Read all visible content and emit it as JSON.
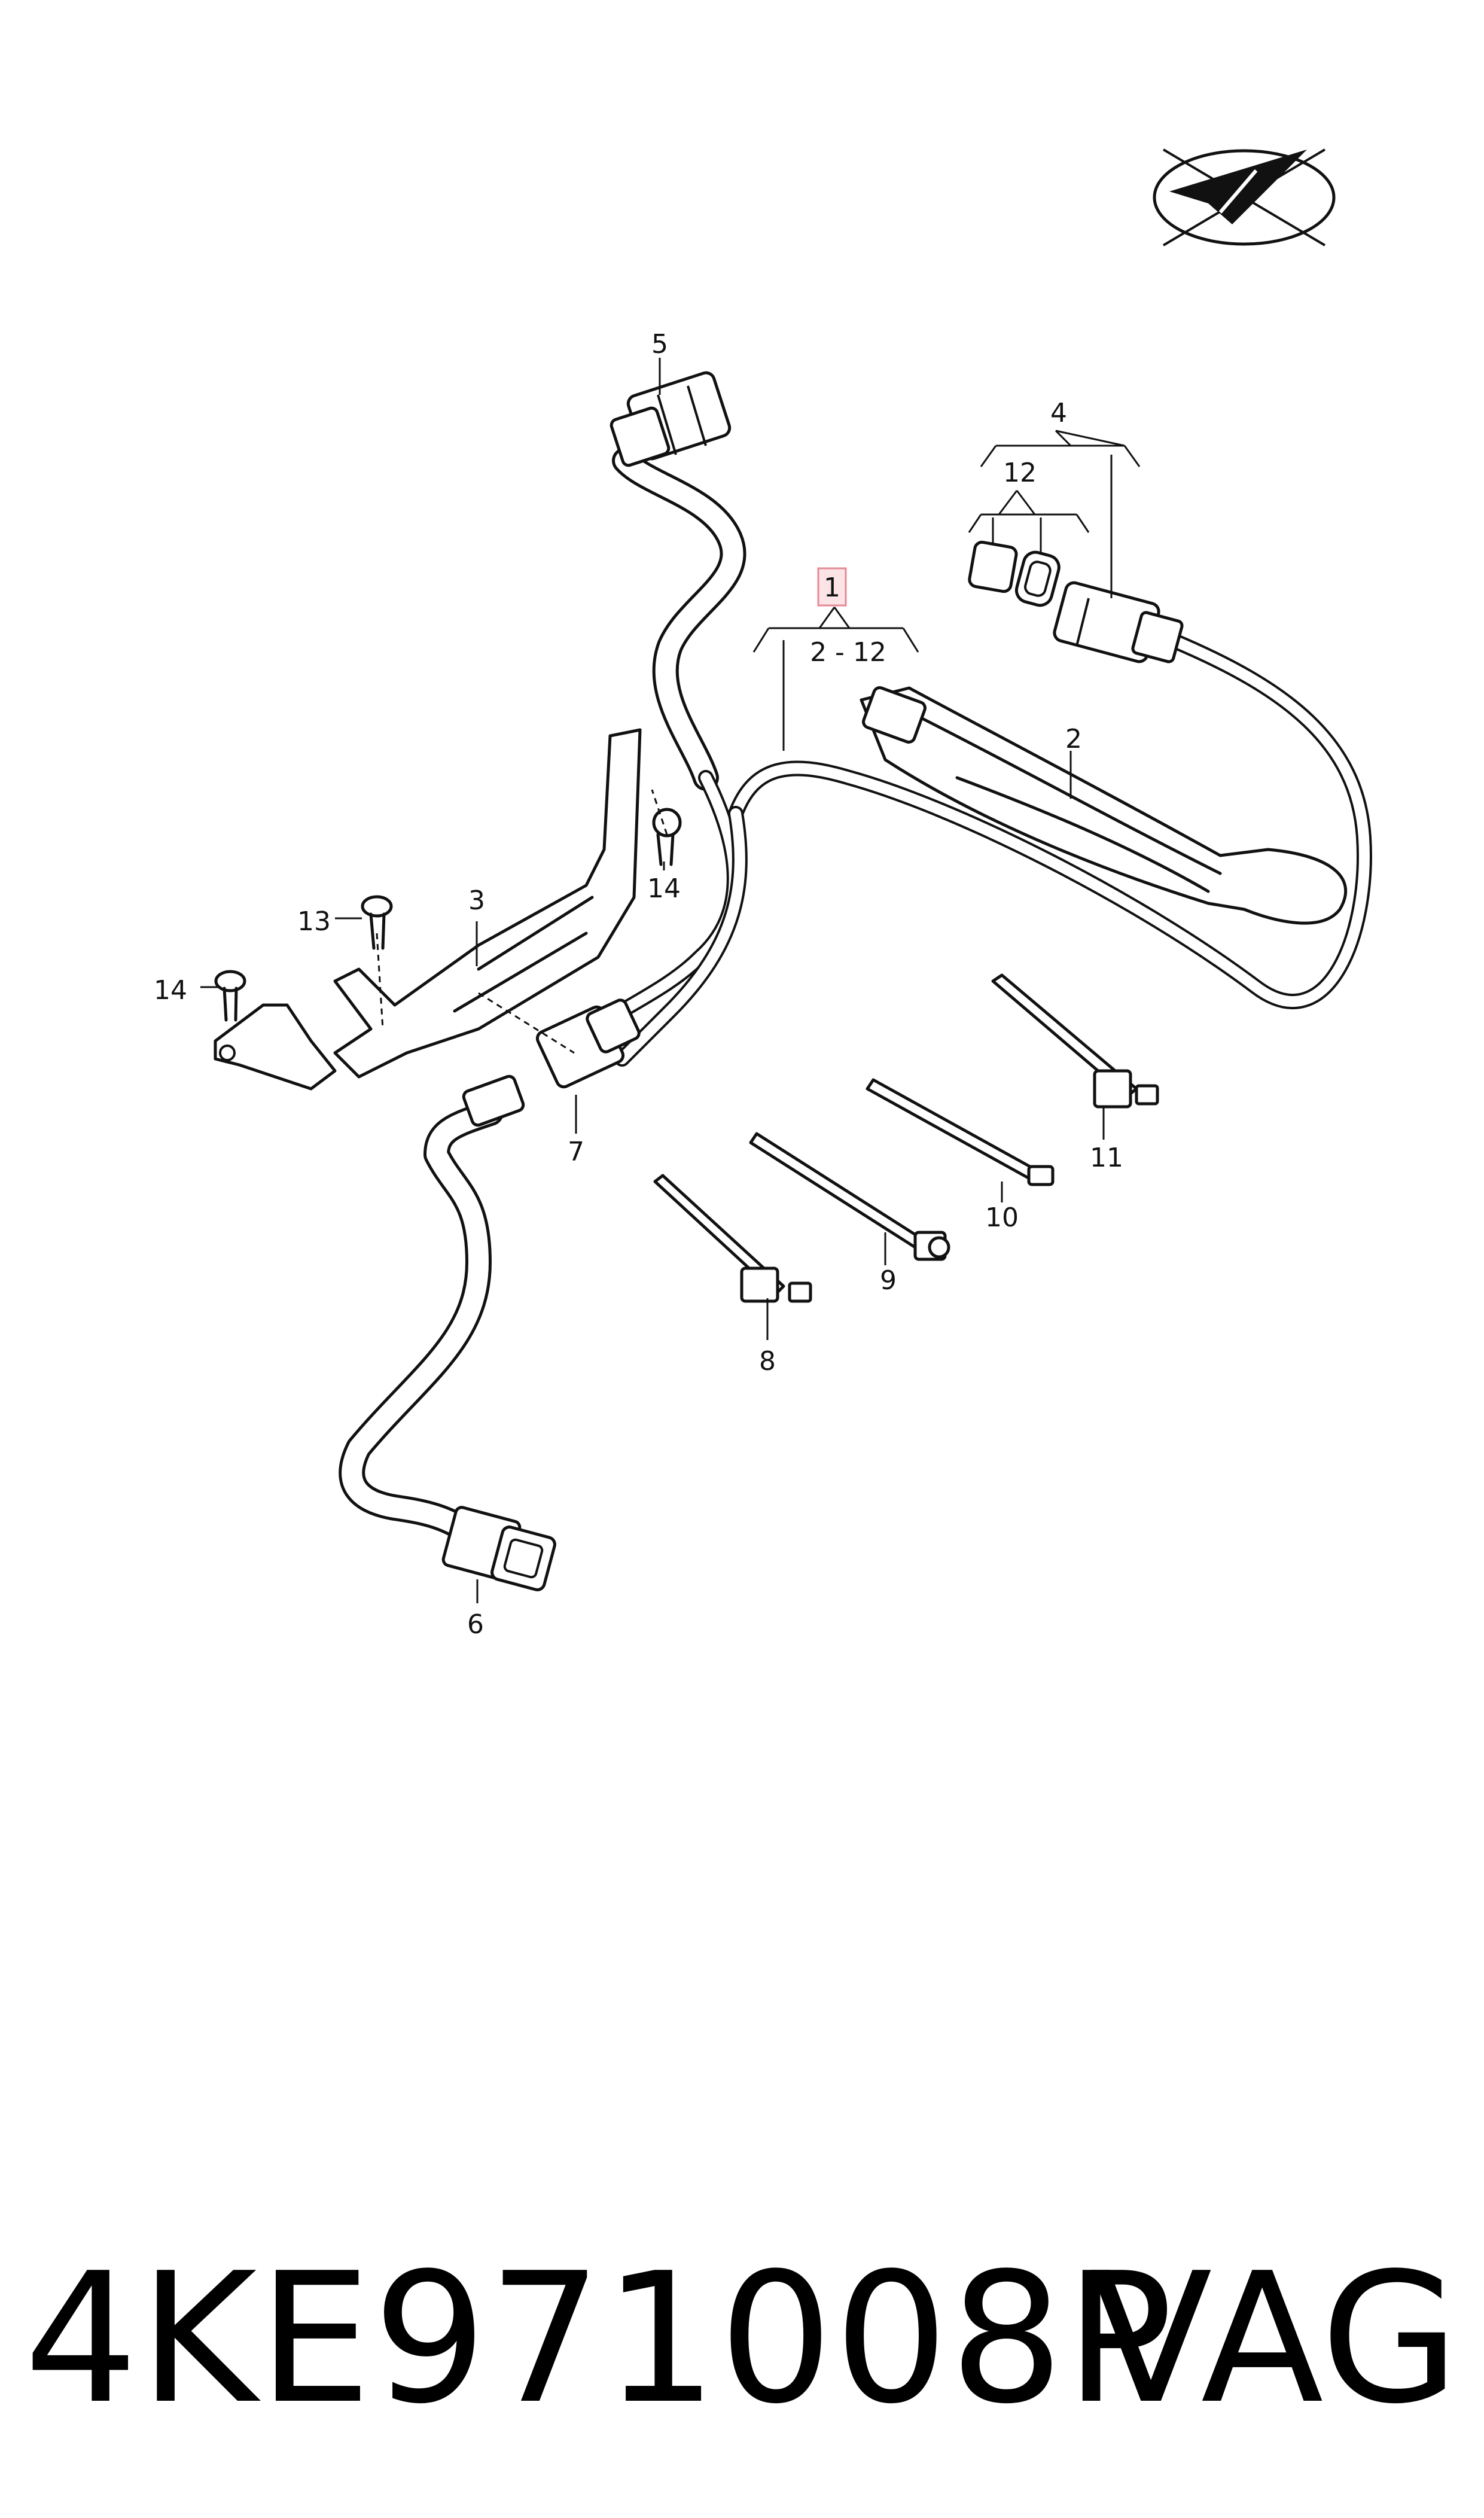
{
  "diagram": {
    "callouts": {
      "c1": "1",
      "c2": "2",
      "c3": "3",
      "c4": "4",
      "c5": "5",
      "c6": "6",
      "c7": "7",
      "c8": "8",
      "c9": "9",
      "c10": "10",
      "c11": "11",
      "c12": "12",
      "c13": "13",
      "c14a": "14",
      "c14b": "14",
      "range": "2 - 12"
    },
    "highlight_color": "#e58a96"
  },
  "footer": {
    "part_number": "4KE971008P",
    "brand": "VAG"
  }
}
